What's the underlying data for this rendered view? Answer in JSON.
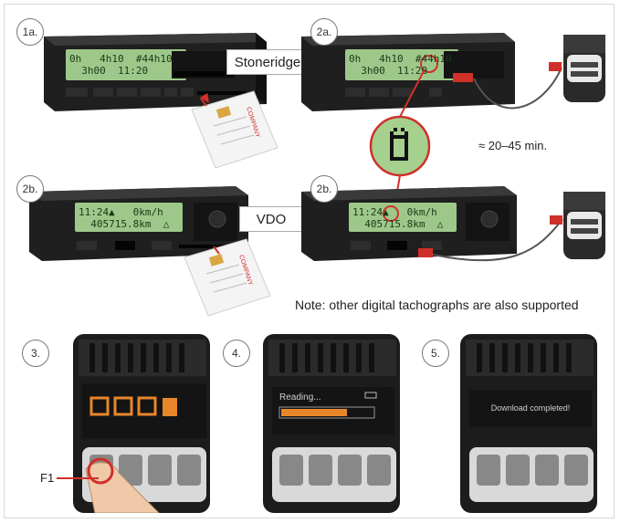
{
  "steps": {
    "s1a": "1a.",
    "s2a": "2a.",
    "s2b_left": "2b.",
    "s2b_right": "2b.",
    "s3": "3.",
    "s4": "4.",
    "s5": "5."
  },
  "labels": {
    "stoneridge": "Stoneridge",
    "vdo": "VDO",
    "duration": "≈ 20–45 min.",
    "note": "Note: other digital tachographs are also supported",
    "f1": "F1"
  },
  "stoneridge_lcd": {
    "line1": "0h   4h10  #44h10",
    "line2": "  3h00  11:20"
  },
  "vdo_lcd": {
    "line1": "11:24▲   0km/h",
    "line2": "  405715.8km  △"
  },
  "card_brand": "COMPANY",
  "device_screens": {
    "reading": "Reading...",
    "completed": "Download completed!",
    "progress": 0.72
  },
  "colors": {
    "device_body": "#1f1f1f",
    "lcd_green": "#9dc88a",
    "accent_orange": "#e8862a",
    "highlight_red": "#d0302a",
    "magnifier_green": "#a6d08e"
  }
}
